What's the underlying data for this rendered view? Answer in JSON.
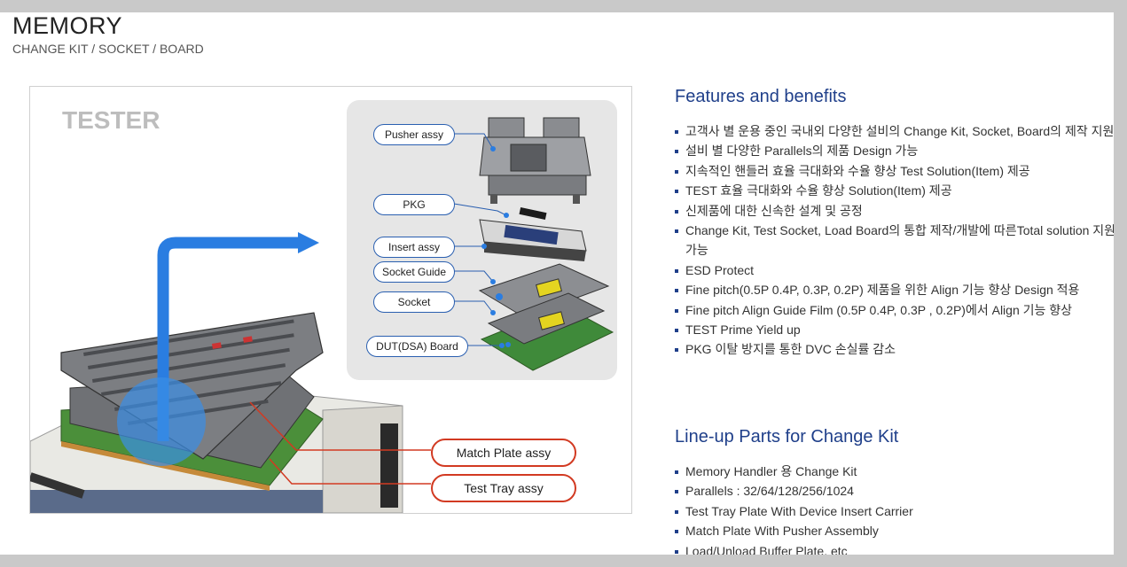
{
  "header": {
    "title": "MEMORY",
    "subtitle": "CHANGE KIT / SOCKET / BOARD"
  },
  "diagram": {
    "tester_label": "TESTER",
    "part_labels": {
      "pusher": "Pusher assy",
      "pkg": "PKG",
      "insert": "Insert assy",
      "socket_guide": "Socket Guide",
      "socket": "Socket",
      "dut_board": "DUT(DSA) Board"
    },
    "assembly_labels": {
      "match_plate": "Match Plate assy",
      "test_tray": "Test Tray assy"
    },
    "colors": {
      "arrow": "#2a7de1",
      "callout_line": "#d23a22",
      "label_border": "#2a5fb0"
    }
  },
  "features": {
    "heading": "Features and benefits",
    "items": [
      "고객사 별 운용 중인 국내외 다양한 설비의 Change Kit, Socket, Board의 제작 지원",
      "설비 별 다양한 Parallels의 제품 Design 가능",
      "지속적인 핸들러 효율 극대화와 수율 향상 Test Solution(Item) 제공",
      "TEST 효율 극대화와 수율 향상 Solution(Item) 제공",
      "신제품에 대한 신속한 설계 및 공정",
      "Change Kit, Test Socket, Load Board의 통합 제작/개발에 따른Total solution 지원 가능",
      "ESD Protect",
      "Fine pitch(0.5P 0.4P, 0.3P, 0.2P) 제품을 위한 Align 기능 향상 Design 적용",
      "Fine pitch Align Guide Film (0.5P 0.4P, 0.3P , 0.2P)에서 Align 기능 향상",
      "TEST Prime Yield up",
      "PKG 이탈 방지를 통한 DVC 손실률 감소"
    ]
  },
  "lineup": {
    "heading": "Line-up Parts for Change Kit",
    "items": [
      "Memory Handler 용 Change Kit",
      "Parallels : 32/64/128/256/1024",
      "Test Tray Plate With Device Insert Carrier",
      "Match Plate With Pusher Assembly",
      "Load/Unload Buffer Plate, etc"
    ]
  }
}
